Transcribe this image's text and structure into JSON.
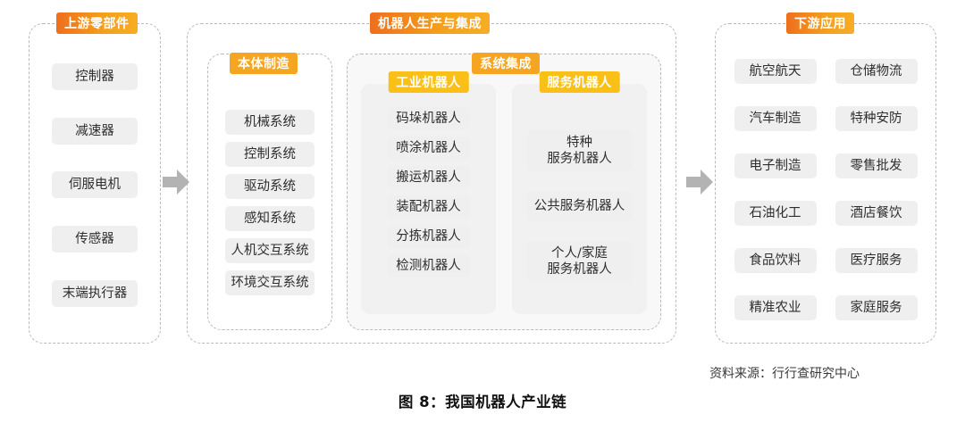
{
  "diagram": {
    "caption": "图 8：我国机器人产业链",
    "source": "资料来源：行行查研究中心",
    "colors": {
      "badge_gradient_start": "#ee6f1d",
      "badge_gradient_end": "#f7ad22",
      "badge_orange": "#f6a522",
      "badge_yellow": "#fac018",
      "chip_bg": "#efefef",
      "panel_bg": "#f1f1f1",
      "dashed_border": "#b9b9b9",
      "arrow": "#b3b3b3"
    }
  },
  "upstream": {
    "title": "上游零部件",
    "items": [
      {
        "label": "控制器"
      },
      {
        "label": "减速器"
      },
      {
        "label": "伺服电机"
      },
      {
        "label": "传感器"
      },
      {
        "label": "末端执行器"
      }
    ]
  },
  "middle": {
    "title": "机器人生产与集成",
    "body_manufacturing": {
      "title": "本体制造",
      "items": [
        {
          "label": "机械系统"
        },
        {
          "label": "控制系统"
        },
        {
          "label": "驱动系统"
        },
        {
          "label": "感知系统"
        },
        {
          "label": "人机交互系统"
        },
        {
          "label": "环境交互系统"
        }
      ]
    },
    "system_integration": {
      "title": "系统集成",
      "industrial": {
        "title": "工业机器人",
        "items": [
          {
            "label": "码垛机器人"
          },
          {
            "label": "喷涂机器人"
          },
          {
            "label": "搬运机器人"
          },
          {
            "label": "装配机器人"
          },
          {
            "label": "分拣机器人"
          },
          {
            "label": "检测机器人"
          }
        ]
      },
      "service": {
        "title": "服务机器人",
        "items": [
          {
            "label": "特种\n服务机器人"
          },
          {
            "label": "公共服务机器人"
          },
          {
            "label": "个人/家庭\n服务机器人"
          }
        ]
      }
    }
  },
  "downstream": {
    "title": "下游应用",
    "items": [
      {
        "label": "航空航天"
      },
      {
        "label": "仓储物流"
      },
      {
        "label": "汽车制造"
      },
      {
        "label": "特种安防"
      },
      {
        "label": "电子制造"
      },
      {
        "label": "零售批发"
      },
      {
        "label": "石油化工"
      },
      {
        "label": "酒店餐饮"
      },
      {
        "label": "食品饮料"
      },
      {
        "label": "医疗服务"
      },
      {
        "label": "精准农业"
      },
      {
        "label": "家庭服务"
      }
    ]
  },
  "arrows": [
    {
      "name": "arrow-upstream-to-middle"
    },
    {
      "name": "arrow-middle-to-downstream"
    }
  ]
}
